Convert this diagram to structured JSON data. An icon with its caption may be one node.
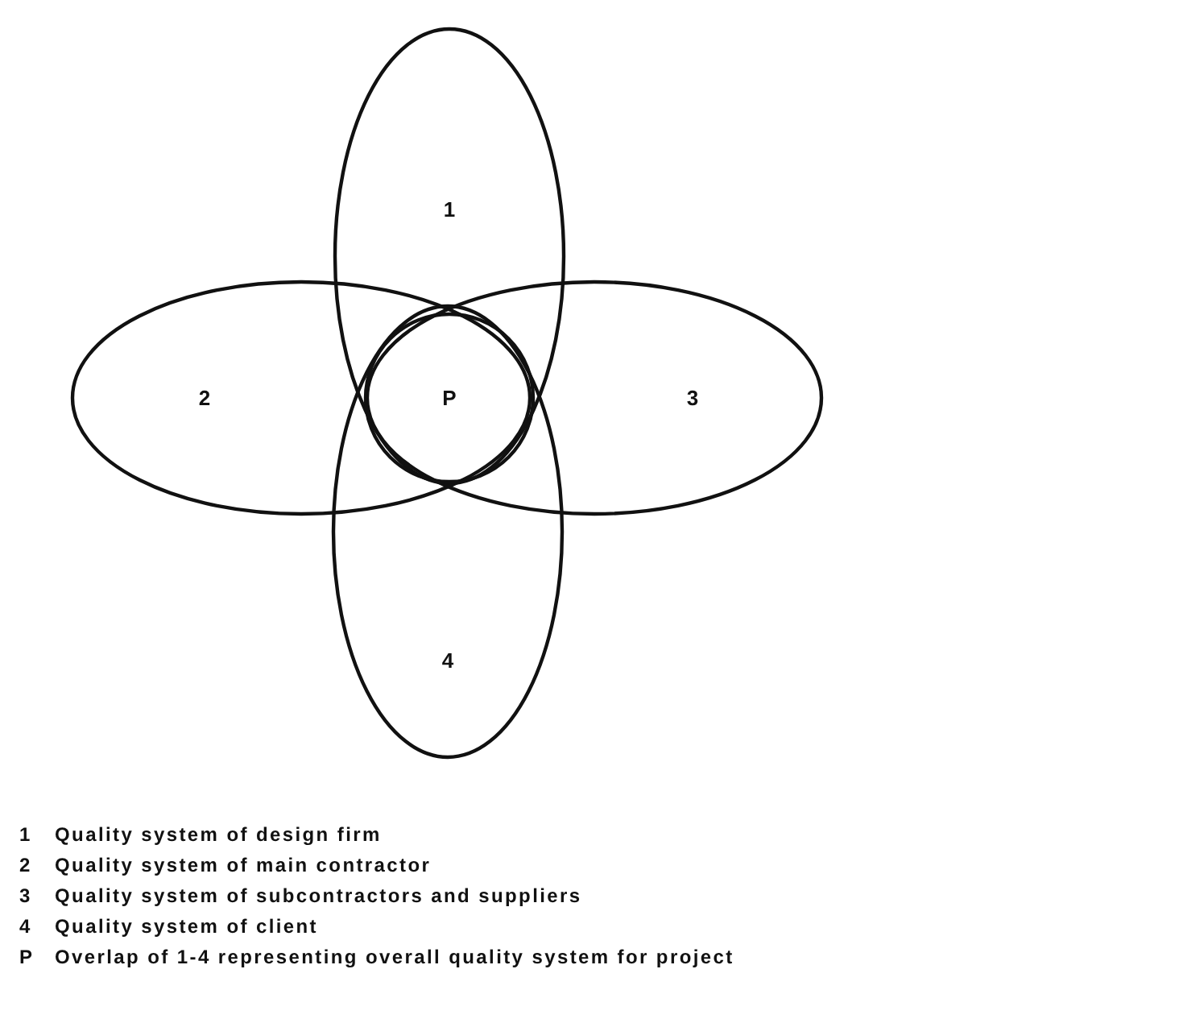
{
  "diagram": {
    "nodes": [
      {
        "text": [
          "1"
        ]
      },
      {
        "text": [
          "2"
        ]
      },
      {
        "text": [
          "3"
        ]
      },
      {
        "text": [
          "4"
        ]
      },
      {
        "text": [
          "P"
        ]
      }
    ],
    "labels": [
      "1",
      "Quality system of design firm",
      "2",
      "Quality system of main contractor",
      "3",
      "Quality system of subcontractors and suppliers",
      "4",
      "Quality system of client",
      "P",
      "Overlap of 1-4 representing overall quality system for project"
    ]
  }
}
